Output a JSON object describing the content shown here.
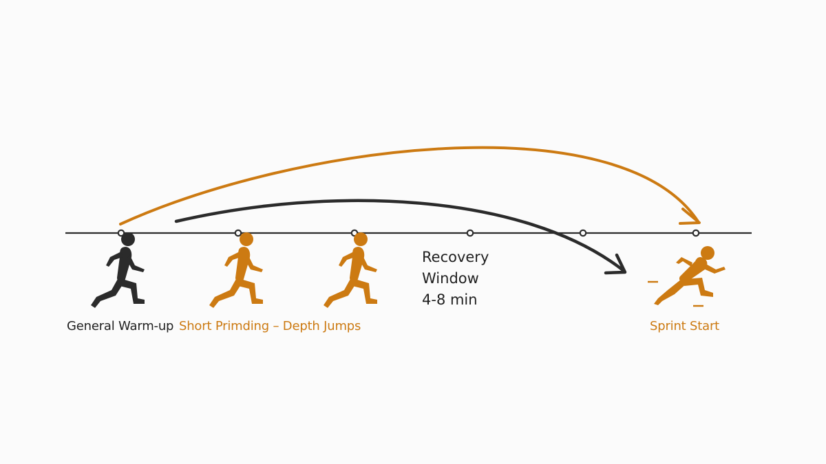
{
  "colors": {
    "dark": "#2b2b2b",
    "accent": "#cc7a12",
    "background": "#fbfbfb"
  },
  "timeline": {
    "marker_count": 6
  },
  "figures": [
    {
      "name": "general-warmup-runner-icon",
      "color": "dark"
    },
    {
      "name": "priming-runner-1-icon",
      "color": "accent"
    },
    {
      "name": "priming-runner-2-icon",
      "color": "accent"
    },
    {
      "name": "sprint-start-runner-icon",
      "color": "accent"
    }
  ],
  "labels": {
    "general_warmup": "General Warm-up",
    "short_priming": "Short Primding – Depth Jumps",
    "sprint_start": "Sprint Start"
  },
  "recovery": {
    "line1": "Recovery",
    "line2": "Window",
    "line3": "4-8 min"
  }
}
